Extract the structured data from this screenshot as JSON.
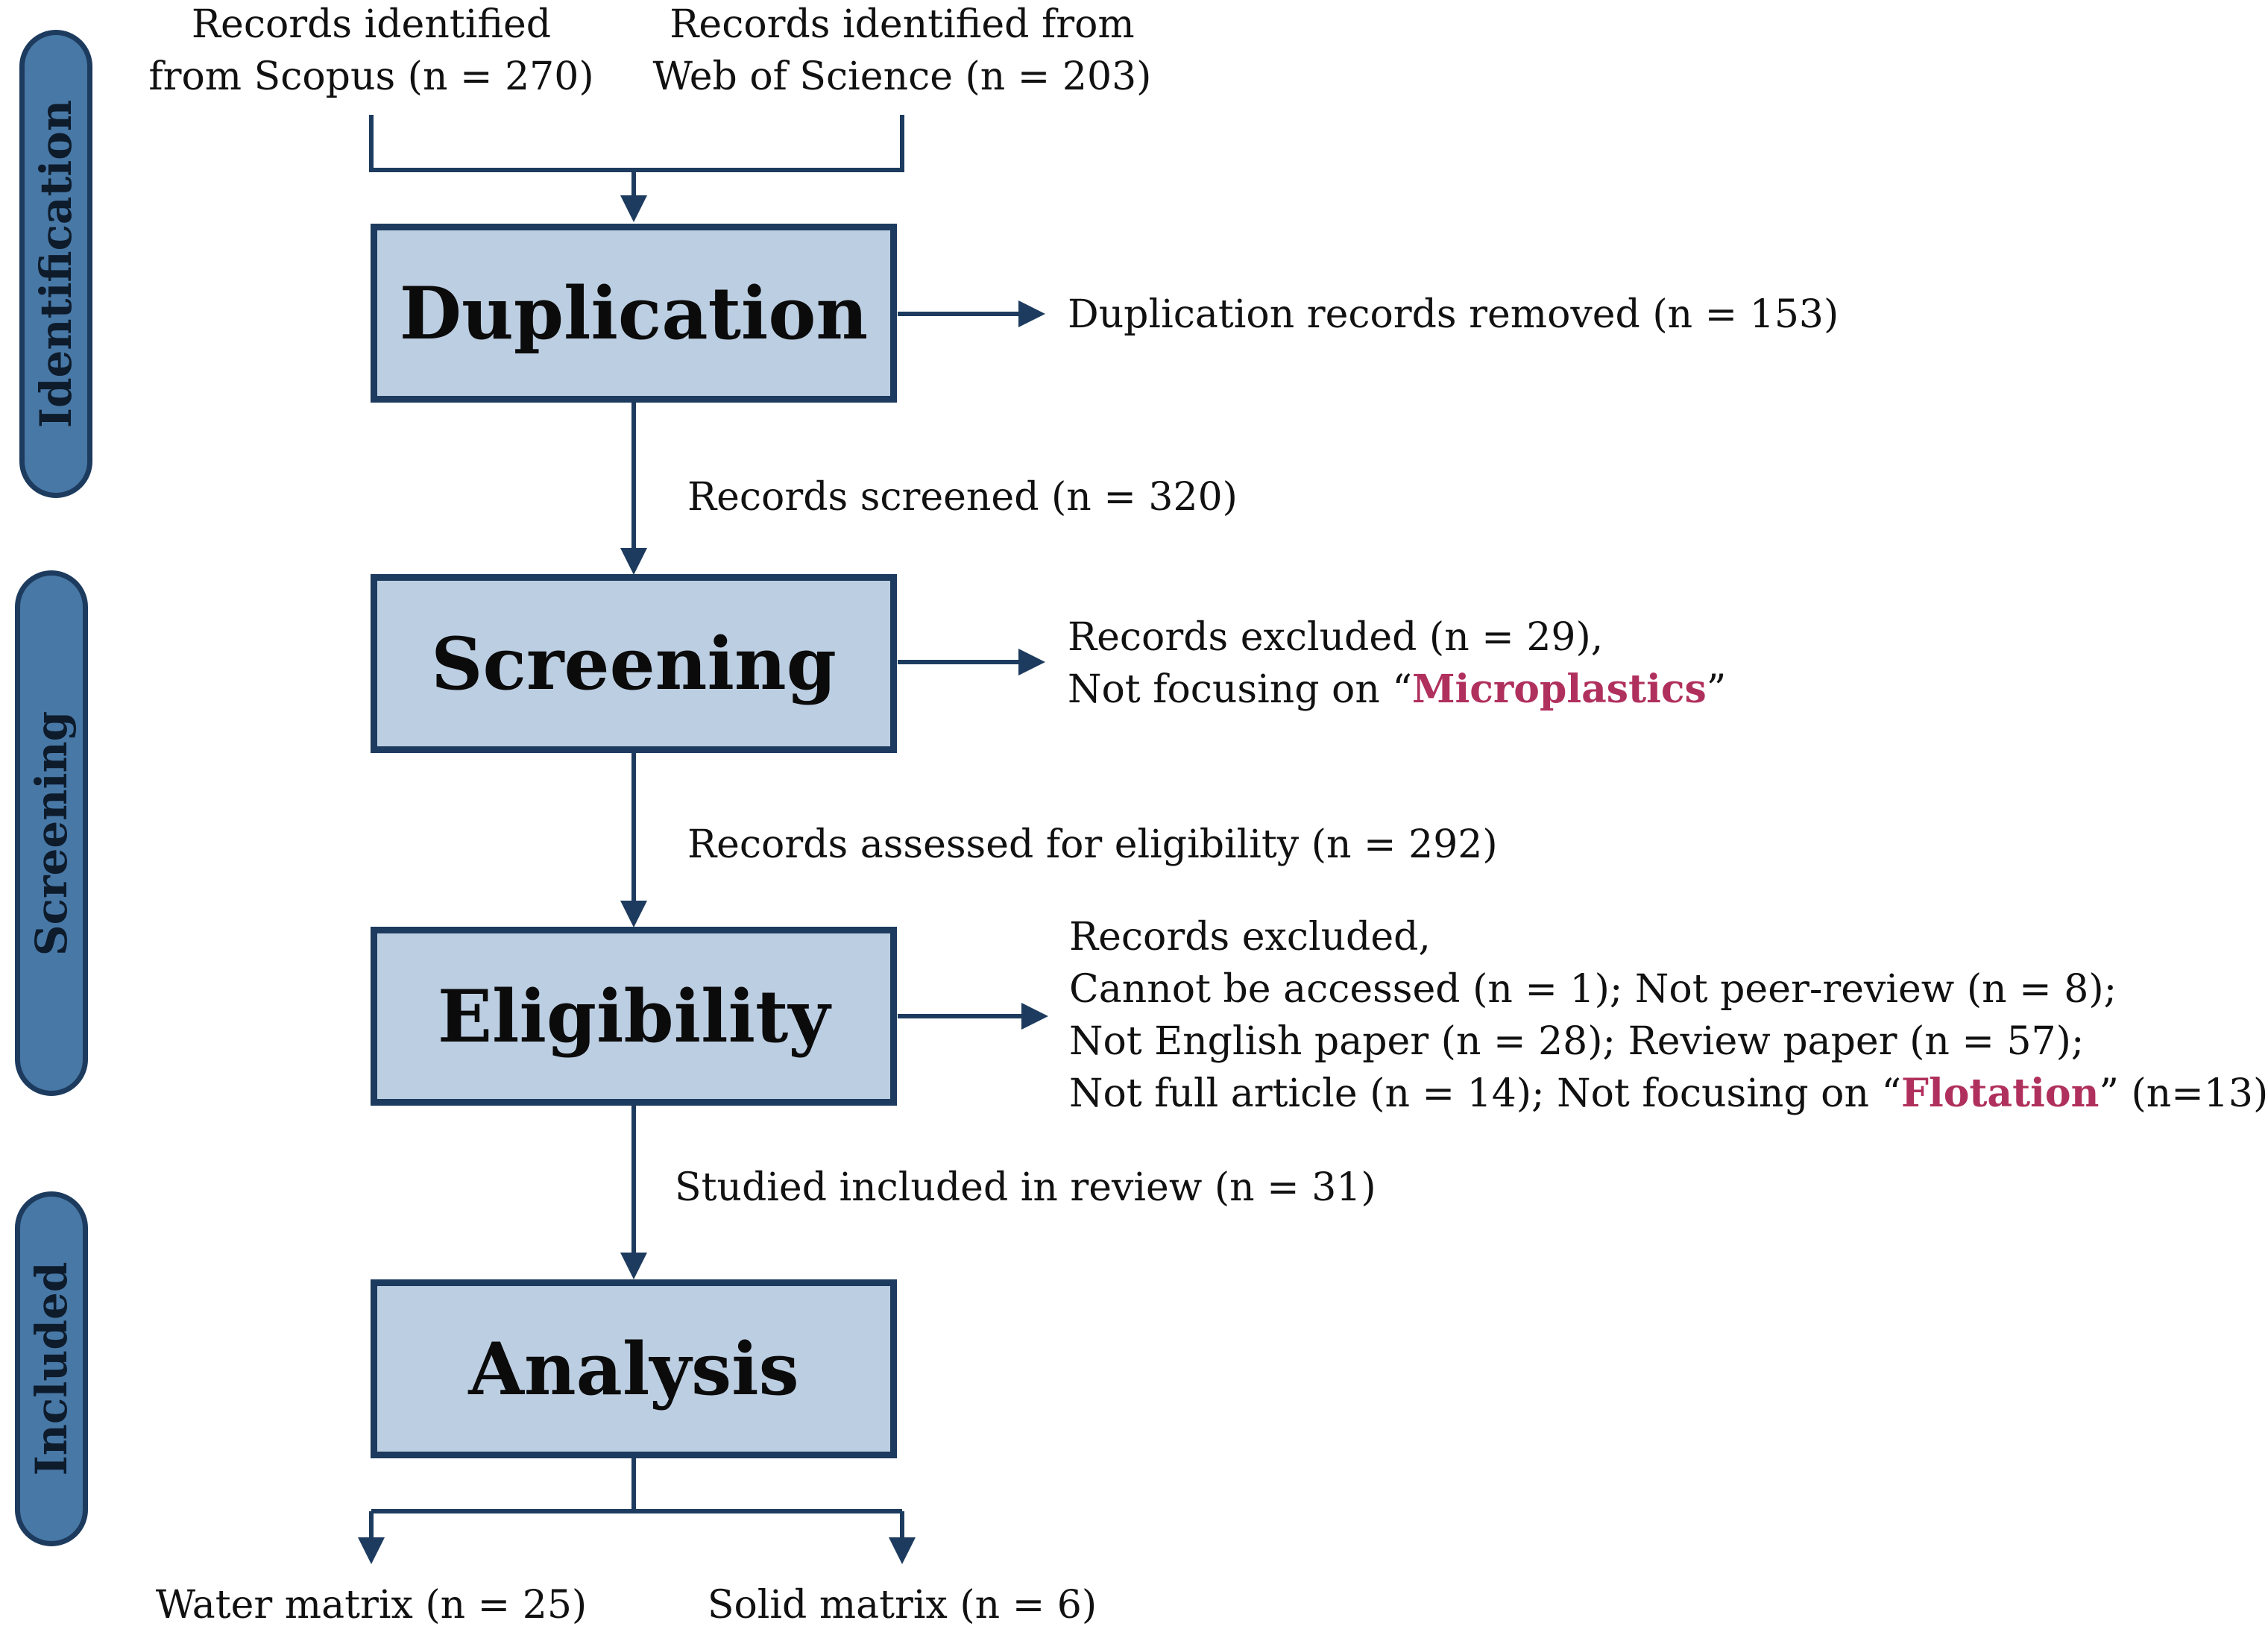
{
  "sources": {
    "scopus": {
      "line1": "Records identified",
      "line2": "from Scopus  (n = 270)"
    },
    "wos": {
      "line1": "Records identified from",
      "line2": "Web of Science  (n = 203)"
    }
  },
  "phases": {
    "identification": "Identification",
    "screening": "Screening",
    "included": "Included"
  },
  "stages": {
    "duplication": "Duplication",
    "screening": "Screening",
    "eligibility": "Eligibility",
    "analysis": "Analysis"
  },
  "flows": {
    "screened": "Records screened (n = 320)",
    "assessed": "Records assessed for eligibility  (n = 292)",
    "included": "Studied included in review  (n = 31)"
  },
  "exclusions": {
    "duplication": "Duplication records removed (n = 153)",
    "screening": {
      "line1": "Records excluded  (n = 29),",
      "line2_prefix": "Not  focusing on “",
      "line2_highlight": "Microplastics",
      "line2_suffix": "”"
    },
    "eligibility": {
      "line1": "Records excluded,",
      "line2": "Cannot be accessed (n = 1); Not peer-review  (n = 8);",
      "line3": "Not English paper  (n = 28); Review  paper  (n = 57);",
      "line4_prefix": "Not full article (n = 14); Not  focusing on “",
      "line4_highlight": "Flotation",
      "line4_suffix": "” (n=13)"
    }
  },
  "outputs": {
    "water": "Water matrix (n = 25)",
    "solid": "Solid matrix (n = 6)"
  },
  "colors": {
    "box_fill": "#bccee2",
    "border": "#1d3b5e",
    "phase_fill": "#4878a6",
    "highlight": "#b0305d"
  }
}
